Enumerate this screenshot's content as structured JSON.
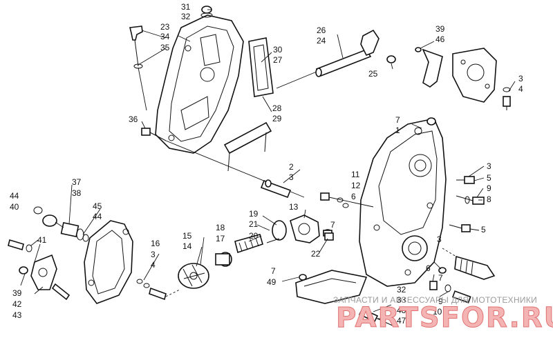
{
  "diagram": {
    "callouts": [
      "31",
      "32",
      "23",
      "34",
      "35",
      "26",
      "24",
      "25",
      "39",
      "46",
      "30",
      "27",
      "3",
      "4",
      "28",
      "29",
      "7",
      "1",
      "36",
      "2",
      "3",
      "11",
      "12",
      "6",
      "3",
      "5",
      "9",
      "8",
      "37",
      "38",
      "44",
      "40",
      "45",
      "44",
      "13",
      "19",
      "21",
      "7",
      "5",
      "18",
      "17",
      "20",
      "22",
      "16",
      "14",
      "3",
      "4",
      "15",
      "3",
      "41",
      "39",
      "42",
      "43",
      "7",
      "49",
      "6",
      "7",
      "9",
      "10",
      "32",
      "33",
      "48",
      "47"
    ]
  },
  "watermark": {
    "tagline": "ЗАПЧАСТИ И АКСЕССУАРЫ ДЛЯ МОТОТЕХНИКИ",
    "logo": "PARTSFOR.RU"
  },
  "colors": {
    "line": "#111111",
    "watermark_logo": "#f4b4b4",
    "watermark_tagline": "#9a9a9a"
  }
}
